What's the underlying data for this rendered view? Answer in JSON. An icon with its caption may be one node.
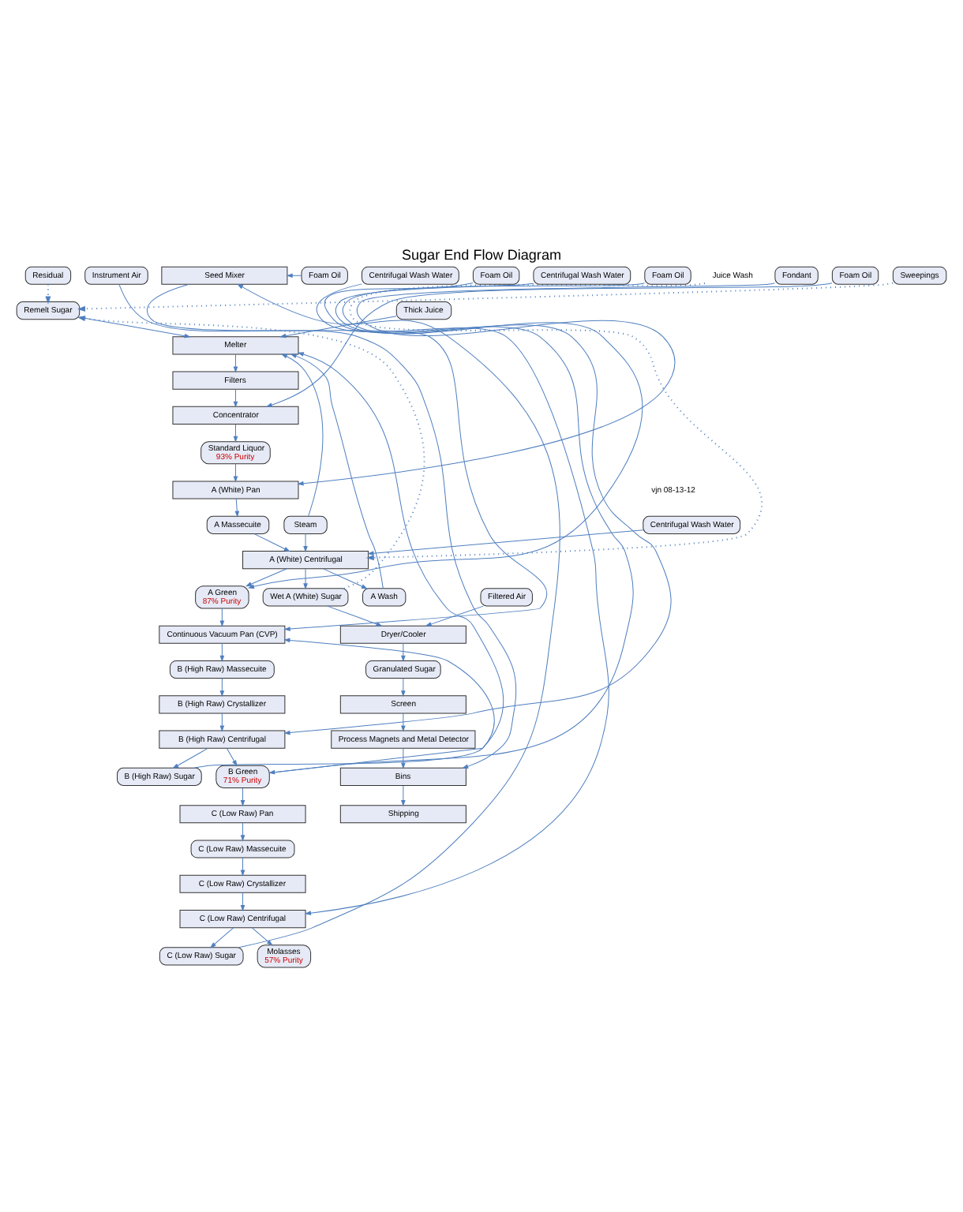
{
  "diagram": {
    "title": "Sugar End Flow Diagram",
    "nodes": [
      {
        "text": [
          "Residual"
        ]
      },
      {
        "text": [
          "Remelt Sugar"
        ]
      },
      {
        "text": [
          "Thick Juice"
        ]
      },
      {
        "text": [
          "Sweepings"
        ]
      },
      {
        "text": [
          "Melter"
        ]
      },
      {
        "text": [
          "Filters"
        ]
      },
      {
        "text": [
          "Concentrator"
        ]
      },
      {
        "text": [
          "Foam Oil"
        ]
      },
      {
        "text": [
          "Steam"
        ]
      },
      {
        "text": [
          "Standard Liquor",
          "93% Purity"
        ]
      },
      {
        "text": [
          "A (White) Pan"
        ]
      },
      {
        "text": [
          "Fondant"
        ]
      },
      {
        "text": [
          "A Massecuite"
        ]
      },
      {
        "text": [
          "Centrifugal Wash Water"
        ]
      },
      {
        "text": [
          "A (White) Centrifugal"
        ]
      },
      {
        "text": [
          "Juice Wash"
        ]
      },
      {
        "text": [
          "Wet A (White) Sugar"
        ]
      },
      {
        "text": [
          "A Wash"
        ]
      },
      {
        "text": [
          "Filtered Air"
        ]
      },
      {
        "text": [
          "A Green",
          "87% Purity"
        ]
      },
      {
        "text": [
          "Foam Oil"
        ]
      },
      {
        "text": [
          "Dryer/Cooler"
        ]
      },
      {
        "text": [
          "Continuous Vacuum Pan (CVP)"
        ]
      },
      {
        "text": [
          "Granulated Sugar"
        ]
      },
      {
        "text": [
          "B (High Raw) Massecuite"
        ]
      },
      {
        "text": [
          "Screen"
        ]
      },
      {
        "text": [
          "B (High Raw) Crystallizer"
        ]
      },
      {
        "text": [
          "Process Magnets and Metal Detector"
        ]
      },
      {
        "text": [
          "B (High Raw) Centrifugal"
        ]
      },
      {
        "text": [
          "Centrifugal Wash Water"
        ]
      },
      {
        "text": [
          "Bins"
        ]
      },
      {
        "text": [
          "B (High Raw) Sugar"
        ]
      },
      {
        "text": [
          "Instrument Air"
        ]
      },
      {
        "text": [
          "B Green",
          "71% Purity"
        ]
      },
      {
        "text": [
          "Foam Oil"
        ]
      },
      {
        "text": [
          "Shipping"
        ]
      },
      {
        "text": [
          "C (Low Raw) Pan"
        ]
      },
      {
        "text": [
          "Seed Mixer"
        ]
      },
      {
        "text": [
          "C (Low Raw) Massecuite"
        ]
      },
      {
        "text": [
          "Foam Oil"
        ]
      },
      {
        "text": [
          "C (Low Raw) Crystallizer"
        ]
      },
      {
        "text": [
          "C (Low Raw) Centrifugal"
        ]
      },
      {
        "text": [
          "Centrifugal Wash Water"
        ]
      },
      {
        "text": [
          "C (Low Raw) Sugar"
        ]
      },
      {
        "text": [
          "Molasses",
          "57% Purity"
        ]
      }
    ],
    "edges": [
      {
        "from": 0,
        "to": 1,
        "arrow": "to",
        "style": "dashed"
      },
      {
        "from": 3,
        "to": 1,
        "arrow": "to",
        "style": "dashed"
      },
      {
        "from": 1,
        "to": 4,
        "arrow": "to"
      },
      {
        "from": 2,
        "to": 4,
        "arrow": "to"
      },
      {
        "from": 4,
        "to": 5,
        "arrow": "to"
      },
      {
        "from": 5,
        "to": 6,
        "arrow": "to"
      },
      {
        "from": 7,
        "to": 6,
        "arrow": "to"
      },
      {
        "from": 6,
        "to": 9,
        "arrow": "to"
      },
      {
        "from": 9,
        "to": 10,
        "arrow": "to"
      },
      {
        "from": 11,
        "to": 10,
        "arrow": "to"
      },
      {
        "from": 10,
        "to": 12,
        "arrow": "to"
      },
      {
        "from": 12,
        "to": 14,
        "arrow": "to"
      },
      {
        "from": 8,
        "to": 4,
        "arrow": "to"
      },
      {
        "from": 8,
        "to": 14,
        "arrow": "to"
      },
      {
        "from": 13,
        "to": 14,
        "arrow": "to"
      },
      {
        "from": 15,
        "to": 14,
        "arrow": "to",
        "style": "dashed"
      },
      {
        "from": 14,
        "to": 16,
        "arrow": "to"
      },
      {
        "from": 14,
        "to": 17,
        "arrow": "to"
      },
      {
        "from": 14,
        "to": 19,
        "arrow": "to"
      },
      {
        "from": 17,
        "to": 4,
        "arrow": "to"
      },
      {
        "from": 16,
        "to": 21,
        "arrow": "to"
      },
      {
        "from": 16,
        "to": 1,
        "arrow": "to",
        "style": "dashed"
      },
      {
        "from": 18,
        "to": 21,
        "arrow": "to"
      },
      {
        "from": 21,
        "to": 23,
        "arrow": "to"
      },
      {
        "from": 23,
        "to": 25,
        "arrow": "to"
      },
      {
        "from": 25,
        "to": 27,
        "arrow": "to"
      },
      {
        "from": 27,
        "to": 30,
        "arrow": "to"
      },
      {
        "from": 32,
        "to": 30,
        "arrow": "to"
      },
      {
        "from": 30,
        "to": 35,
        "arrow": "to"
      },
      {
        "from": 20,
        "to": 19,
        "arrow": "to"
      },
      {
        "from": 19,
        "to": 22,
        "arrow": "to"
      },
      {
        "from": 22,
        "to": 24,
        "arrow": "to"
      },
      {
        "from": 24,
        "to": 26,
        "arrow": "to"
      },
      {
        "from": 26,
        "to": 28,
        "arrow": "to"
      },
      {
        "from": 29,
        "to": 28,
        "arrow": "to"
      },
      {
        "from": 28,
        "to": 31,
        "arrow": "to"
      },
      {
        "from": 28,
        "to": 33,
        "arrow": "to"
      },
      {
        "from": 31,
        "to": 4,
        "arrow": "to"
      },
      {
        "from": 33,
        "to": 22,
        "arrow": "to"
      },
      {
        "from": 34,
        "to": 33,
        "arrow": "to"
      },
      {
        "from": 33,
        "to": 36,
        "arrow": "to"
      },
      {
        "from": 36,
        "to": 38,
        "arrow": "to"
      },
      {
        "from": 38,
        "to": 40,
        "arrow": "to"
      },
      {
        "from": 40,
        "to": 41,
        "arrow": "to"
      },
      {
        "from": 42,
        "to": 41,
        "arrow": "to"
      },
      {
        "from": 41,
        "to": 43,
        "arrow": "to"
      },
      {
        "from": 41,
        "to": 44,
        "arrow": "to"
      },
      {
        "from": 43,
        "to": 37,
        "arrow": "to"
      },
      {
        "from": 39,
        "to": 37,
        "arrow": "to"
      },
      {
        "from": 37,
        "to": 22,
        "arrow": "to"
      }
    ],
    "labels": [
      "vjn 08-13-12"
    ]
  }
}
